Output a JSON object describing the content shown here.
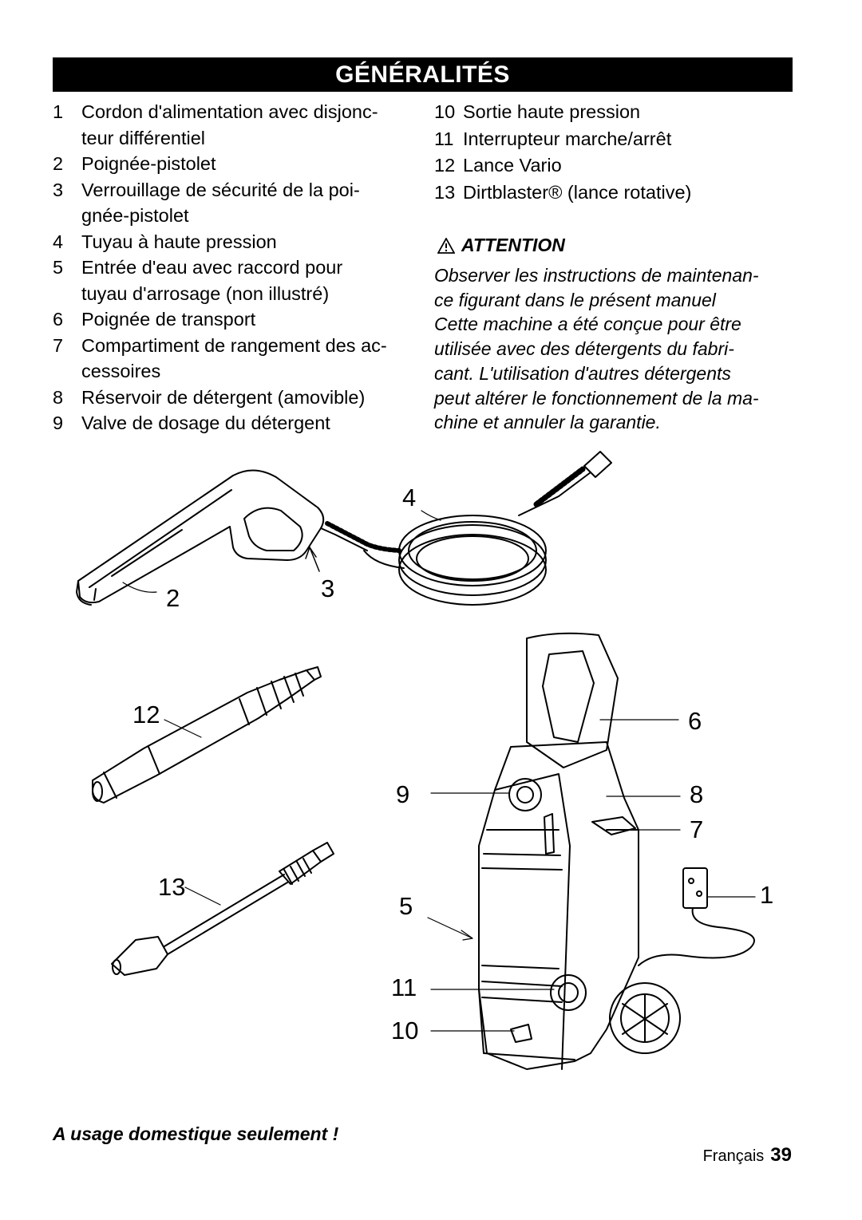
{
  "title": "GÉNÉRALITÉS",
  "parts_left": [
    {
      "num": "1",
      "lines": [
        "Cordon d'alimentation avec disjonc-",
        "teur différentiel"
      ]
    },
    {
      "num": "2",
      "lines": [
        "Poignée-pistolet"
      ]
    },
    {
      "num": "3",
      "lines": [
        "Verrouillage de sécurité de la poi-",
        "gnée-pistolet"
      ]
    },
    {
      "num": "4",
      "lines": [
        "Tuyau à haute pression"
      ]
    },
    {
      "num": "5",
      "lines": [
        "Entrée d'eau avec raccord pour",
        "tuyau d'arrosage (non illustré)"
      ]
    },
    {
      "num": "6",
      "lines": [
        "Poignée de transport"
      ]
    },
    {
      "num": "7",
      "lines": [
        "Compartiment de rangement des ac-",
        "cessoires"
      ]
    },
    {
      "num": "8",
      "lines": [
        "Réservoir de détergent (amovible)"
      ]
    },
    {
      "num": "9",
      "lines": [
        "Valve de dosage du détergent"
      ]
    }
  ],
  "parts_right": [
    {
      "num": "10",
      "text": "Sortie haute pression"
    },
    {
      "num": "11",
      "text": "Interrupteur marche/arrêt"
    },
    {
      "num": "12",
      "text": "Lance Vario"
    },
    {
      "num": "13",
      "text": "Dirtblaster® (lance rotative)"
    }
  ],
  "attention": {
    "heading": "ATTENTION",
    "lines": [
      "Observer les instructions de maintenan-",
      "ce figurant dans le présent manuel",
      "Cette machine a été conçue pour être",
      "utilisée avec des détergents du fabri-",
      "cant. L'utilisation d'autres détergents",
      "peut altérer le fonctionnement de la ma-",
      "chine et annuler la garantie."
    ]
  },
  "callouts": {
    "c1": "1",
    "c2": "2",
    "c3": "3",
    "c4": "4",
    "c5": "5",
    "c6": "6",
    "c7": "7",
    "c8": "8",
    "c9": "9",
    "c10": "10",
    "c11": "11",
    "c12": "12",
    "c13": "13"
  },
  "usage_note": "A usage domestique seulement !",
  "footer": {
    "language": "Français",
    "page": "39"
  }
}
